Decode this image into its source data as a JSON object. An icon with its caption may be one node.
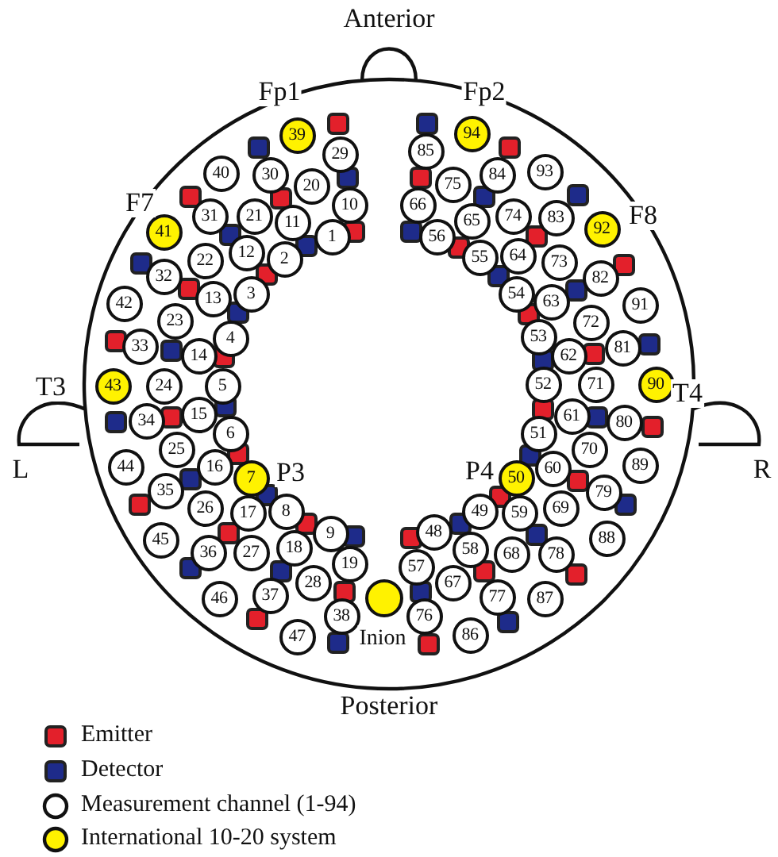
{
  "diagram": {
    "nodes": [
      {
        "text": [
          "1"
        ]
      },
      {
        "text": [
          "2"
        ]
      },
      {
        "text": [
          "3"
        ]
      },
      {
        "text": [
          "4"
        ]
      },
      {
        "text": [
          "5"
        ]
      },
      {
        "text": [
          "6"
        ]
      },
      {
        "text": [
          "7"
        ],
        "beside": [
          "P3"
        ]
      },
      {
        "text": [
          "8"
        ]
      },
      {
        "text": [
          "9"
        ]
      },
      {
        "text": [
          "10"
        ]
      },
      {
        "text": [
          "11"
        ]
      },
      {
        "text": [
          "12"
        ]
      },
      {
        "text": [
          "13"
        ]
      },
      {
        "text": [
          "14"
        ]
      },
      {
        "text": [
          "15"
        ]
      },
      {
        "text": [
          "16"
        ]
      },
      {
        "text": [
          "17"
        ]
      },
      {
        "text": [
          "18"
        ]
      },
      {
        "text": [
          "19"
        ]
      },
      {
        "text": [
          "20"
        ]
      },
      {
        "text": [
          "21"
        ]
      },
      {
        "text": [
          "22"
        ]
      },
      {
        "text": [
          "23"
        ]
      },
      {
        "text": [
          "24"
        ]
      },
      {
        "text": [
          "25"
        ]
      },
      {
        "text": [
          "26"
        ]
      },
      {
        "text": [
          "27"
        ]
      },
      {
        "text": [
          "28"
        ]
      },
      {
        "text": [
          "29"
        ]
      },
      {
        "text": [
          "30"
        ]
      },
      {
        "text": [
          "31"
        ]
      },
      {
        "text": [
          "32"
        ]
      },
      {
        "text": [
          "33"
        ]
      },
      {
        "text": [
          "34"
        ]
      },
      {
        "text": [
          "35"
        ]
      },
      {
        "text": [
          "36"
        ]
      },
      {
        "text": [
          "37"
        ]
      },
      {
        "text": [
          "38"
        ]
      },
      {
        "text": [
          "39"
        ],
        "beside": [
          "Fp1"
        ]
      },
      {
        "text": [
          "40"
        ]
      },
      {
        "text": [
          "41"
        ],
        "beside": [
          "F7"
        ]
      },
      {
        "text": [
          "42"
        ]
      },
      {
        "text": [
          "43"
        ],
        "beside": [
          "T3"
        ]
      },
      {
        "text": [
          "44"
        ]
      },
      {
        "text": [
          "45"
        ]
      },
      {
        "text": [
          "46"
        ]
      },
      {
        "text": [
          "47"
        ]
      },
      {
        "text": [
          "48"
        ]
      },
      {
        "text": [
          "49"
        ]
      },
      {
        "text": [
          "50"
        ],
        "beside": [
          "P4"
        ]
      },
      {
        "text": [
          "51"
        ]
      },
      {
        "text": [
          "52"
        ]
      },
      {
        "text": [
          "53"
        ]
      },
      {
        "text": [
          "54"
        ]
      },
      {
        "text": [
          "55"
        ]
      },
      {
        "text": [
          "56"
        ]
      },
      {
        "text": [
          "57"
        ]
      },
      {
        "text": [
          "58"
        ]
      },
      {
        "text": [
          "59"
        ]
      },
      {
        "text": [
          "60"
        ]
      },
      {
        "text": [
          "61"
        ]
      },
      {
        "text": [
          "62"
        ]
      },
      {
        "text": [
          "63"
        ]
      },
      {
        "text": [
          "64"
        ]
      },
      {
        "text": [
          "65"
        ]
      },
      {
        "text": [
          "66"
        ]
      },
      {
        "text": [
          "67"
        ]
      },
      {
        "text": [
          "68"
        ]
      },
      {
        "text": [
          "69"
        ]
      },
      {
        "text": [
          "70"
        ]
      },
      {
        "text": [
          "71"
        ]
      },
      {
        "text": [
          "72"
        ]
      },
      {
        "text": [
          "73"
        ]
      },
      {
        "text": [
          "74"
        ]
      },
      {
        "text": [
          "75"
        ]
      },
      {
        "text": [
          "76"
        ]
      },
      {
        "text": [
          "77"
        ]
      },
      {
        "text": [
          "78"
        ]
      },
      {
        "text": [
          "79"
        ]
      },
      {
        "text": [
          "80"
        ]
      },
      {
        "text": [
          "81"
        ]
      },
      {
        "text": [
          "82"
        ]
      },
      {
        "text": [
          "83"
        ]
      },
      {
        "text": [
          "84"
        ]
      },
      {
        "text": [
          "85"
        ]
      },
      {
        "text": [
          "86"
        ]
      },
      {
        "text": [
          "87"
        ]
      },
      {
        "text": [
          "88"
        ]
      },
      {
        "text": [
          "89"
        ]
      },
      {
        "text": [
          "90"
        ],
        "beside": [
          "T4"
        ]
      },
      {
        "text": [
          "91"
        ]
      },
      {
        "text": [
          "92"
        ],
        "beside": [
          "F8"
        ]
      },
      {
        "text": [
          "93"
        ]
      },
      {
        "text": [
          "94"
        ],
        "beside": [
          "Fp2"
        ]
      },
      {
        "text": [],
        "shape": "circle"
      }
    ],
    "labels": [
      "Anterior",
      "L",
      "R",
      "Inion",
      "Posterior"
    ],
    "legend": [
      {
        "text": "Emitter",
        "color": "#e3202b"
      },
      {
        "text": "Detector",
        "color": "#1e2b8a"
      },
      {
        "text": "Measurement channel (1-94)"
      },
      {
        "text": "International 10-20 system",
        "color": "#fff200"
      }
    ]
  }
}
